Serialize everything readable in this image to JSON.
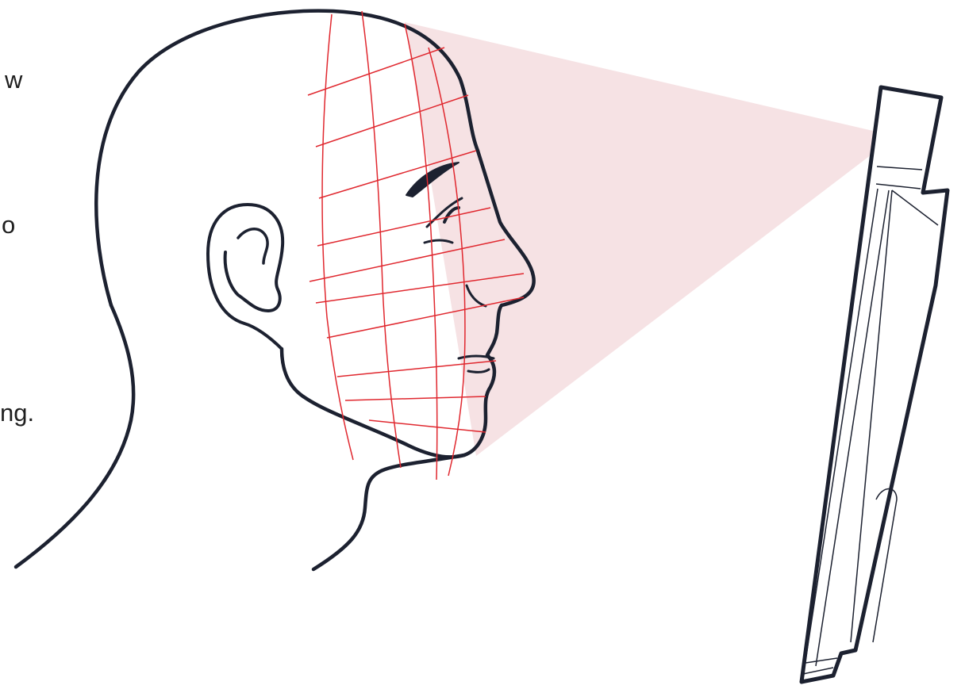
{
  "text_fragments": [
    "w",
    "o",
    "ng."
  ],
  "icons": {
    "head": "head-profile-icon",
    "mesh": "face-mesh-icon",
    "beam": "scan-beam-icon",
    "device": "tablet-device-icon"
  },
  "colors": {
    "outline": "#1c2130",
    "mesh": "#e0282f",
    "beam": "#f6e2e4",
    "background": "#ffffff"
  }
}
